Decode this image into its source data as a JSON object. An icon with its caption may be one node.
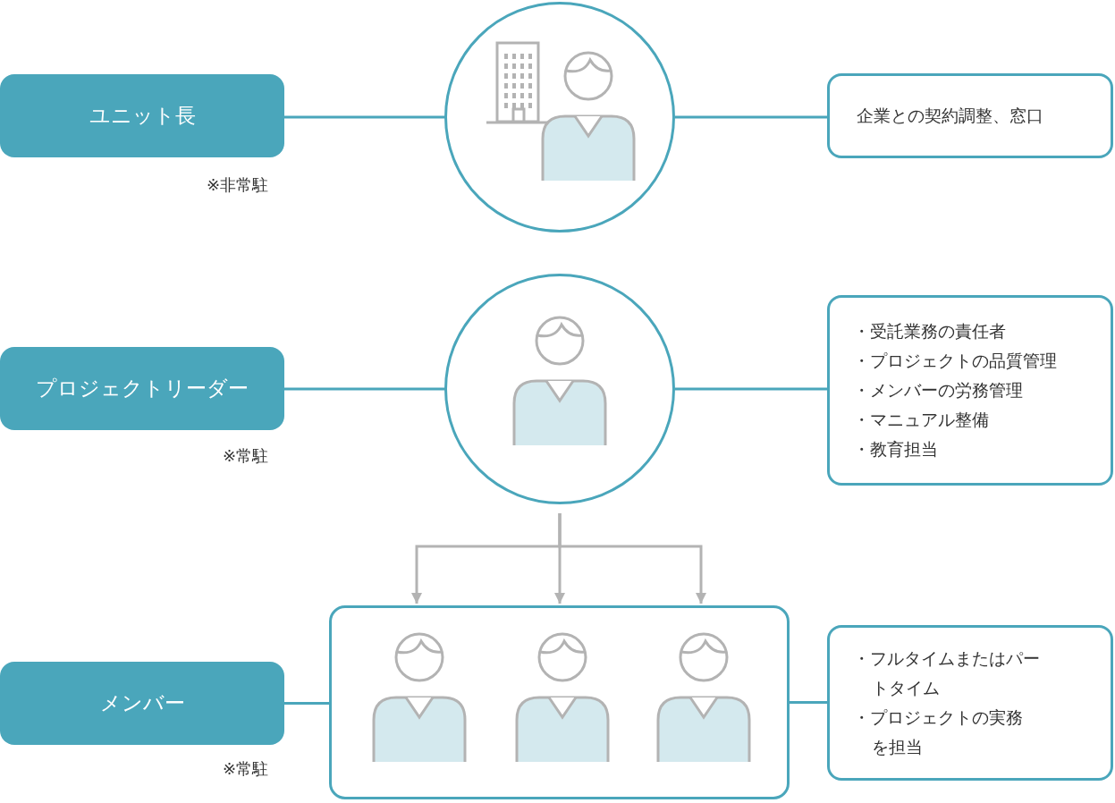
{
  "diagram": {
    "nodes": [
      {
        "text": [
          "ユニット長"
        ],
        "beside": [
          "※非常駐"
        ]
      },
      {
        "text": [],
        "shape": "circle"
      },
      {
        "text": [
          "企業との契約調整、窓口"
        ]
      },
      {
        "text": [
          "プロジェクトリーダー"
        ],
        "beside": [
          "※常駐"
        ]
      },
      {
        "text": [],
        "shape": "circle"
      },
      {
        "text": [
          "・受託業務の責任者",
          "・プロジェクトの品質管理",
          "・メンバーの労務管理",
          "・マニュアル整備",
          "・教育担当"
        ]
      },
      {
        "text": [
          "メンバー"
        ],
        "beside": [
          "※常駐"
        ]
      },
      {
        "text": [],
        "shape": "box"
      },
      {
        "text": [],
        "shape": "person",
        "in": 7
      },
      {
        "text": [],
        "shape": "person",
        "in": 7
      },
      {
        "text": [],
        "shape": "person",
        "in": 7
      },
      {
        "text": [
          "・フルタイムまたはパートタイム",
          "・プロジェクトの実務を担当"
        ]
      }
    ],
    "edges": [
      {
        "from": 0,
        "to": 1,
        "arrow": "none"
      },
      {
        "from": 1,
        "to": 2,
        "arrow": "none"
      },
      {
        "from": 3,
        "to": 4,
        "arrow": "none"
      },
      {
        "from": 4,
        "to": 5,
        "arrow": "none"
      },
      {
        "from": 4,
        "to": 8,
        "arrow": "to",
        "color": "#b3b3b3"
      },
      {
        "from": 4,
        "to": 9,
        "arrow": "to",
        "color": "#b3b3b3"
      },
      {
        "from": 4,
        "to": 10,
        "arrow": "to",
        "color": "#b3b3b3"
      },
      {
        "from": 6,
        "to": 7,
        "arrow": "none"
      },
      {
        "from": 7,
        "to": 11,
        "arrow": "none"
      }
    ]
  }
}
